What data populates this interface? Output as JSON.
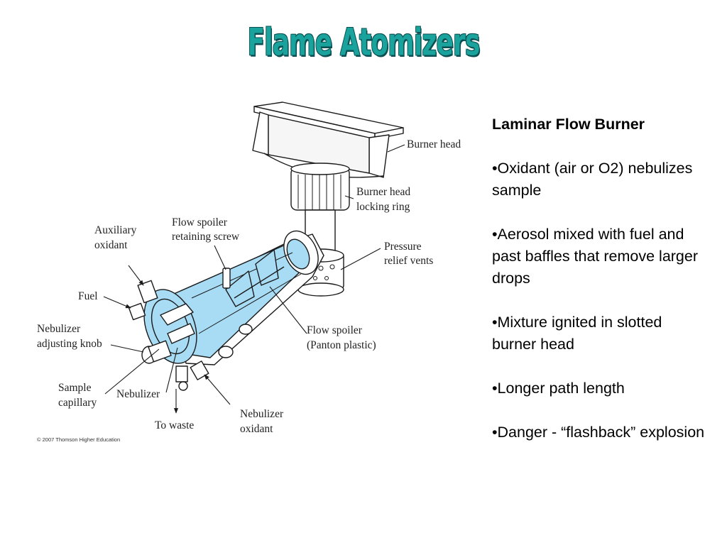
{
  "slide": {
    "title": "Flame Atomizers"
  },
  "diagram": {
    "labels": {
      "burner_head": "Burner head",
      "locking_ring_1": "Burner head",
      "locking_ring_2": "locking ring",
      "pressure_vents_1": "Pressure",
      "pressure_vents_2": "relief vents",
      "retaining_screw_1": "Flow spoiler",
      "retaining_screw_2": "retaining screw",
      "aux_oxidant_1": "Auxiliary",
      "aux_oxidant_2": "oxidant",
      "fuel": "Fuel",
      "nebulizer_knob_1": "Nebulizer",
      "nebulizer_knob_2": "adjusting knob",
      "flow_spoiler_1": "Flow spoiler",
      "flow_spoiler_2": "(Panton plastic)",
      "sample_capillary_1": "Sample",
      "sample_capillary_2": "capillary",
      "nebulizer": "Nebulizer",
      "to_waste": "To waste",
      "nebulizer_oxidant_1": "Nebulizer",
      "nebulizer_oxidant_2": "oxidant"
    },
    "copyright": "© 2007 Thomson Higher Education",
    "colors": {
      "chamber_fill": "#a8dcf5",
      "outline": "#1a1a1a"
    }
  },
  "panel": {
    "heading": "Laminar Flow Burner",
    "bullets": [
      "•Oxidant (air or O2) nebulizes sample",
      "•Aerosol mixed with fuel and past baffles that remove larger drops",
      "•Mixture ignited in slotted burner head",
      "•Longer path length",
      "•Danger - “flashback” explosion"
    ]
  }
}
